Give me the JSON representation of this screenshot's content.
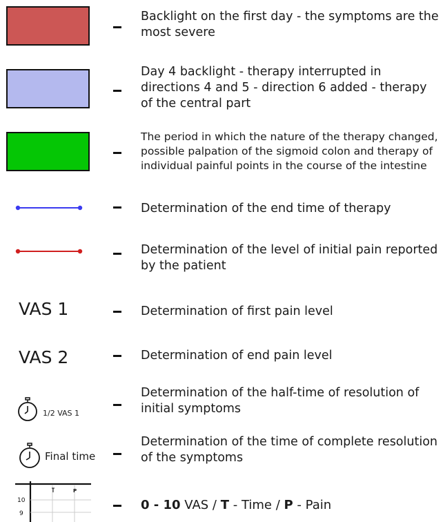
{
  "colors": {
    "red_swatch": "#cc5755",
    "lavender_swatch": "#b4b9ee",
    "green_swatch": "#05c605",
    "blue_line": "#3a3af0",
    "red_line": "#d01f1f"
  },
  "legend": {
    "red_box": {
      "text": "Backlight on the first day - the symptoms are the most severe"
    },
    "lavender_box": {
      "text": "Day 4 backlight - therapy interrupted in directions 4 and 5 - direction 6 added - therapy of the central part"
    },
    "green_box": {
      "text": "The period in which the nature of the therapy changed, possible palpation of the sigmoid colon and therapy of individual painful points in the course of the intestine"
    },
    "blue_line": {
      "text": "Determination of the end time of therapy"
    },
    "red_line": {
      "text": "Determination of the level of initial pain reported by the patient"
    },
    "vas1": {
      "symbol": "VAS 1",
      "text": "Determination of first pain level"
    },
    "vas2": {
      "symbol": "VAS 2",
      "text": "Determination of end pain level"
    },
    "half_time": {
      "symbol": "1/2 VAS 1",
      "text": "Determination of the half-time of resolution of initial symptoms"
    },
    "final_time": {
      "symbol": "Final time",
      "text": "Determination of the time of complete resolution of the symptoms"
    },
    "axes": {
      "tick_top": "10",
      "tick_next": "9",
      "t_marker": "T",
      "p_marker": "P",
      "scale": "0 - 10",
      "scale_text": " VAS / ",
      "t_key": "T",
      "t_text": " - Time / ",
      "p_key": "P",
      "p_text": " - Pain"
    }
  },
  "separator": "-"
}
